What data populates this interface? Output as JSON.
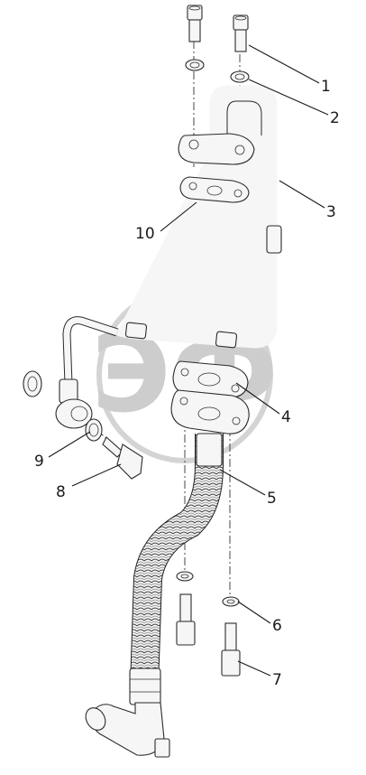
{
  "watermark": {
    "logo_text": "ЭФ",
    "caption": ""
  },
  "callouts": [
    {
      "id": "1",
      "label": "1"
    },
    {
      "id": "2",
      "label": "2"
    },
    {
      "id": "3",
      "label": "3"
    },
    {
      "id": "4",
      "label": "4"
    },
    {
      "id": "5",
      "label": "5"
    },
    {
      "id": "6",
      "label": "6"
    },
    {
      "id": "7",
      "label": "7"
    },
    {
      "id": "8",
      "label": "8"
    },
    {
      "id": "9",
      "label": "9"
    },
    {
      "id": "10",
      "label": "10"
    }
  ]
}
